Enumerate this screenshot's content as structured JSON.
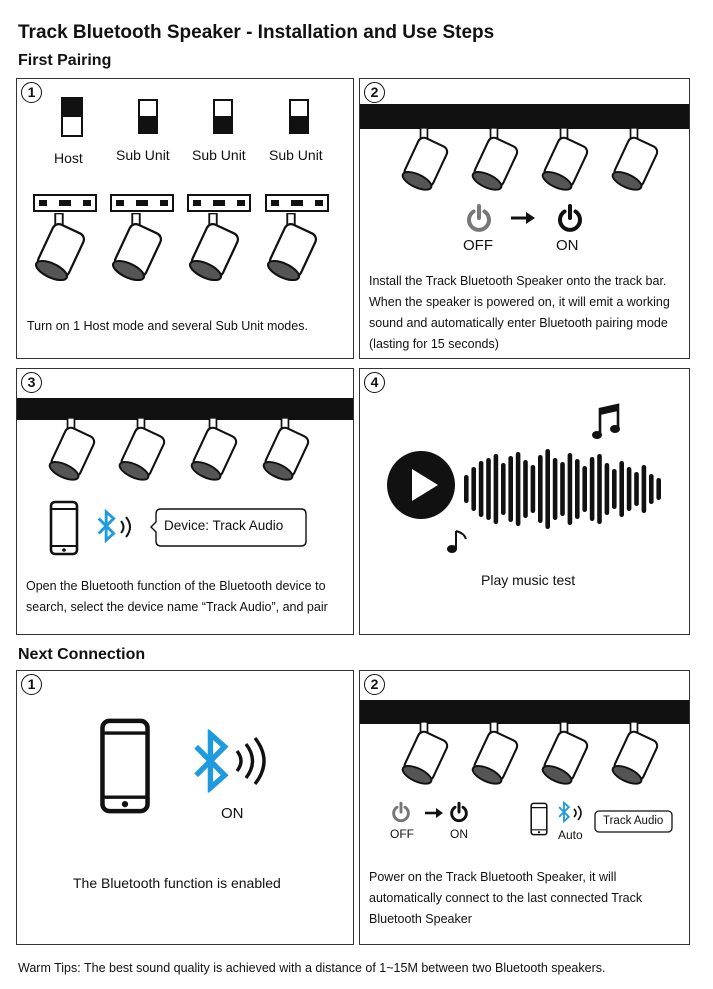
{
  "title": "Track Bluetooth Speaker - Installation and Use Steps",
  "sections": {
    "first_pairing": "First Pairing",
    "next_connection": "Next Connection"
  },
  "first_pairing": {
    "step1": {
      "number": "1",
      "labels": [
        "Host",
        "Sub Unit",
        "Sub Unit",
        "Sub Unit"
      ],
      "caption": "Turn on 1 Host mode and several Sub Unit modes."
    },
    "step2": {
      "number": "2",
      "off_label": "OFF",
      "on_label": "ON",
      "caption": "Install the Track Bluetooth Speaker onto the track bar. When the speaker is powered on, it will emit a working sound and automatically enter Bluetooth pairing mode (lasting for 15 seconds)"
    },
    "step3": {
      "number": "3",
      "device_label": "Device: Track Audio",
      "caption": "Open the Bluetooth function of the Bluetooth device to search, select the device name  “Track Audio”, and pair"
    },
    "step4": {
      "number": "4",
      "caption": "Play music test"
    }
  },
  "next_connection": {
    "step1": {
      "number": "1",
      "on_label": "ON",
      "caption": "The Bluetooth function is enabled"
    },
    "step2": {
      "number": "2",
      "off_label": "OFF",
      "on_label": "ON",
      "auto_label": "Auto",
      "device_label": "Track Audio",
      "caption": "Power on the Track Bluetooth Speaker, it will automatically connect to the last connected Track Bluetooth Speaker"
    }
  },
  "warm_tips": "Warm Tips: The best sound quality is achieved with a distance of 1~15M between two Bluetooth speakers.",
  "icons": {
    "switch": "switch-icon",
    "spotlight": "spotlight-speaker-icon",
    "power": "power-icon",
    "arrow": "arrow-right-icon",
    "phone": "smartphone-icon",
    "bluetooth": "bluetooth-icon",
    "play": "play-icon",
    "music": "music-note-icon",
    "waveform": "sound-wave-icon"
  },
  "colors": {
    "bluetooth": "#1e9be0",
    "ink": "#111111"
  }
}
